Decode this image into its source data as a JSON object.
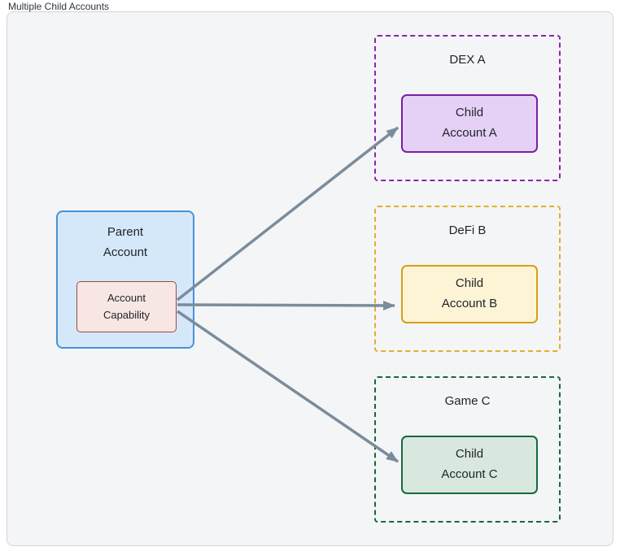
{
  "diagram": {
    "title": "Multiple Child Accounts",
    "parent": {
      "label": "Parent\nAccount",
      "capability": {
        "label": "Account\nCapability"
      }
    },
    "groups": [
      {
        "name": "DEX A",
        "child": {
          "label": "Child\nAccount A"
        }
      },
      {
        "name": "DeFi B",
        "child": {
          "label": "Child\nAccount B"
        }
      },
      {
        "name": "Game C",
        "child": {
          "label": "Child\nAccount C"
        }
      }
    ]
  },
  "colors": {
    "frame-bg": "#f4f5f6",
    "frame-border": "#d3d4d8",
    "title": "#30363d",
    "text": "#1f2328",
    "parent-fill": "#d5e8fa",
    "parent-border": "#4a90d9",
    "capability-fill": "#f7e6e3",
    "capability-border": "#9c4b42",
    "dex-border": "#8e24aa",
    "child-a-fill": "#e6d1f6",
    "child-a-border": "#7b1fa2",
    "defi-border": "#e0af2f",
    "child-b-fill": "#fcf4d5",
    "child-b-border": "#d4a017",
    "game-border": "#15693d",
    "child-c-fill": "#d9e8df",
    "child-c-border": "#15693d",
    "arrow": "#7b8c9b"
  }
}
